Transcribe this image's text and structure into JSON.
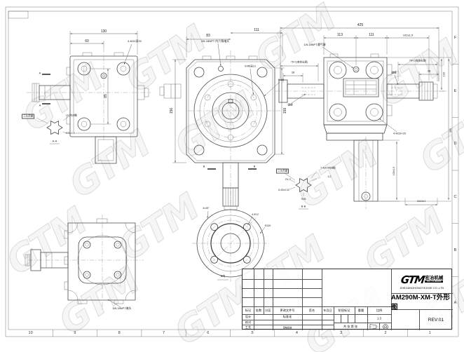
{
  "sheet": {
    "watermark": "GTM",
    "zone_numbers": [
      "10",
      "9",
      "8",
      "7",
      "6",
      "5",
      "4",
      "3",
      "2",
      "1"
    ],
    "zone_letters": [
      "F",
      "E",
      "D",
      "C",
      "B",
      "A"
    ]
  },
  "title_block": {
    "brand": "GTM",
    "brand_cn": "宏冶机械",
    "tagline": "GO TO MORE",
    "company": "ZHEJIANGHONGYEJIXIE CO.,LTD",
    "drawing_title": "AM290M-XM-T外形图",
    "rev": "REV:01",
    "scale_value": "1:3",
    "cols": {
      "mark": "标记",
      "count": "处数",
      "zone": "分区",
      "change_doc": "更改文件号",
      "sign": "签名",
      "date": "年月日",
      "stage": "阶段标记",
      "weight": "重量",
      "scale": "比例"
    },
    "rows": {
      "design": "设计",
      "check": "校对",
      "process": "工艺",
      "standard": "标准化",
      "approve": "审核批准"
    },
    "sheets": "共 张 第 张"
  },
  "labels": {
    "a_130": "130",
    "a_60": "60",
    "a_85": "85",
    "a_tap": "4-M10深20",
    "a_sec": "A",
    "a_spl_note": "三头花键",
    "a_spl_tol": "+0.05(6槽)",
    "a_spl_dia": "Φ28-0.1",
    "a_cap": "A-A",
    "b_83": "83",
    "b_111": "111",
    "b_plug": "3/8-18NPT 内六角堵头",
    "b_6m8": "6-M8深13",
    "b_165": "Φ165",
    "b_156": "156",
    "b_159": "159",
    "b_sec": "B",
    "e_412": "4-Φ12",
    "e_130": "Φ130",
    "e_cham": "4×45°",
    "e_cap": "B向",
    "e_note": "三头花键",
    "e_tol": "7.4±0.05(6槽)",
    "e_42": "4.2",
    "e_r": "R1.3",
    "e_ang": "6.43±0.02",
    "e_dia": "Φ28",
    "e_bb": "B-B",
    "c_425": "425",
    "c_113": "113",
    "c_111": "111",
    "c_102": "102±1.5",
    "c_brth": "1/8-18NPT通气塞",
    "c_eff": "76+1(有效长度)",
    "c_28": "28",
    "c_key": "键槽",
    "c_tap": "4-M10×20",
    "c_132": "132",
    "c_265": "265",
    "c_1165": "116.5±1",
    "d_plug": "3/8-18NPT堵头"
  }
}
